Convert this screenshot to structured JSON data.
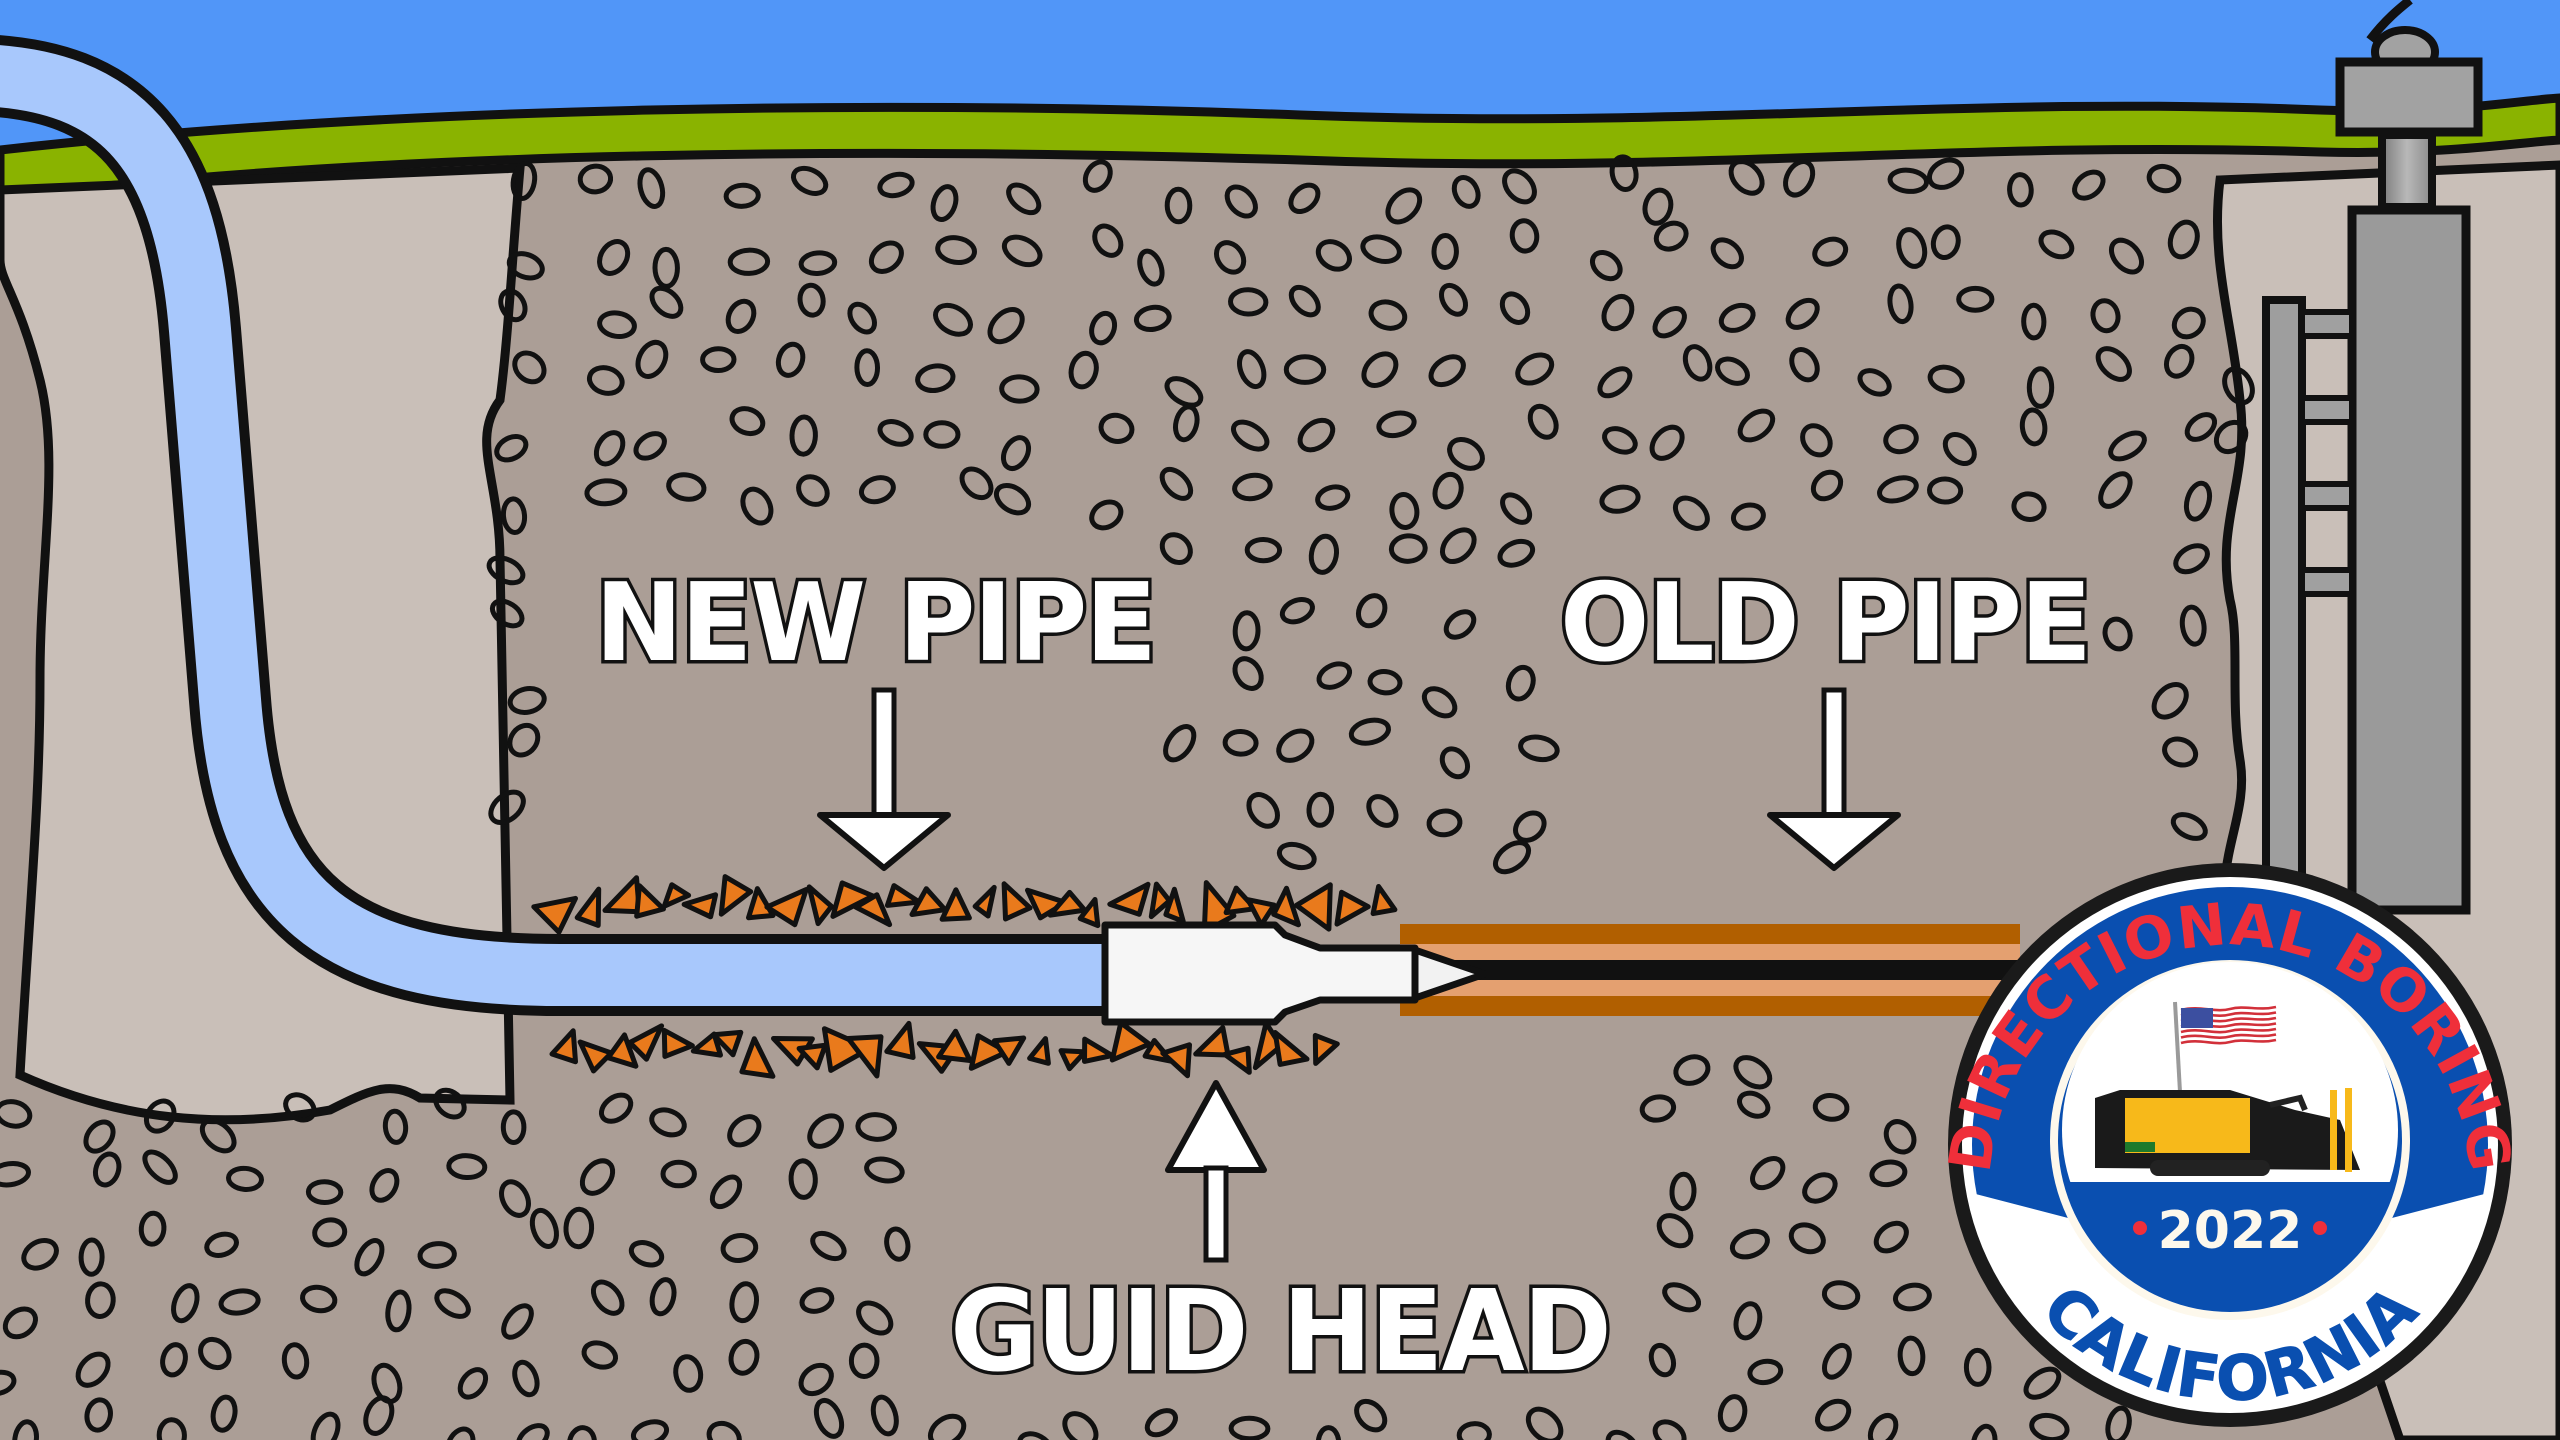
{
  "diagram": {
    "title": "Pipe replacement cross-section",
    "labels": {
      "new_pipe": "NEW PIPE",
      "old_pipe": "OLD PIPE",
      "guide_head": "GUID HEAD"
    },
    "colors": {
      "sky": "#5196f8",
      "grass": "#8ab300",
      "soil": "#ab9e96",
      "pit": "#c9bfb8",
      "new_pipe": "#a8c8fc",
      "old_pipe": "#b15f00",
      "old_pipe_highlight": "#e4a070",
      "debris": "#e97a1c",
      "machine": "#9a9a9a",
      "outline": "#111111"
    }
  },
  "badge": {
    "top_text": "DIRECTIONAL BORING",
    "bottom_text": "CALIFORNIA",
    "year": "2022",
    "colors": {
      "blue": "#0a4fb0",
      "red": "#ef2f3a",
      "white": "#ffffff",
      "ring": "#1a1a1a",
      "machine_yellow": "#f7b91a"
    }
  }
}
